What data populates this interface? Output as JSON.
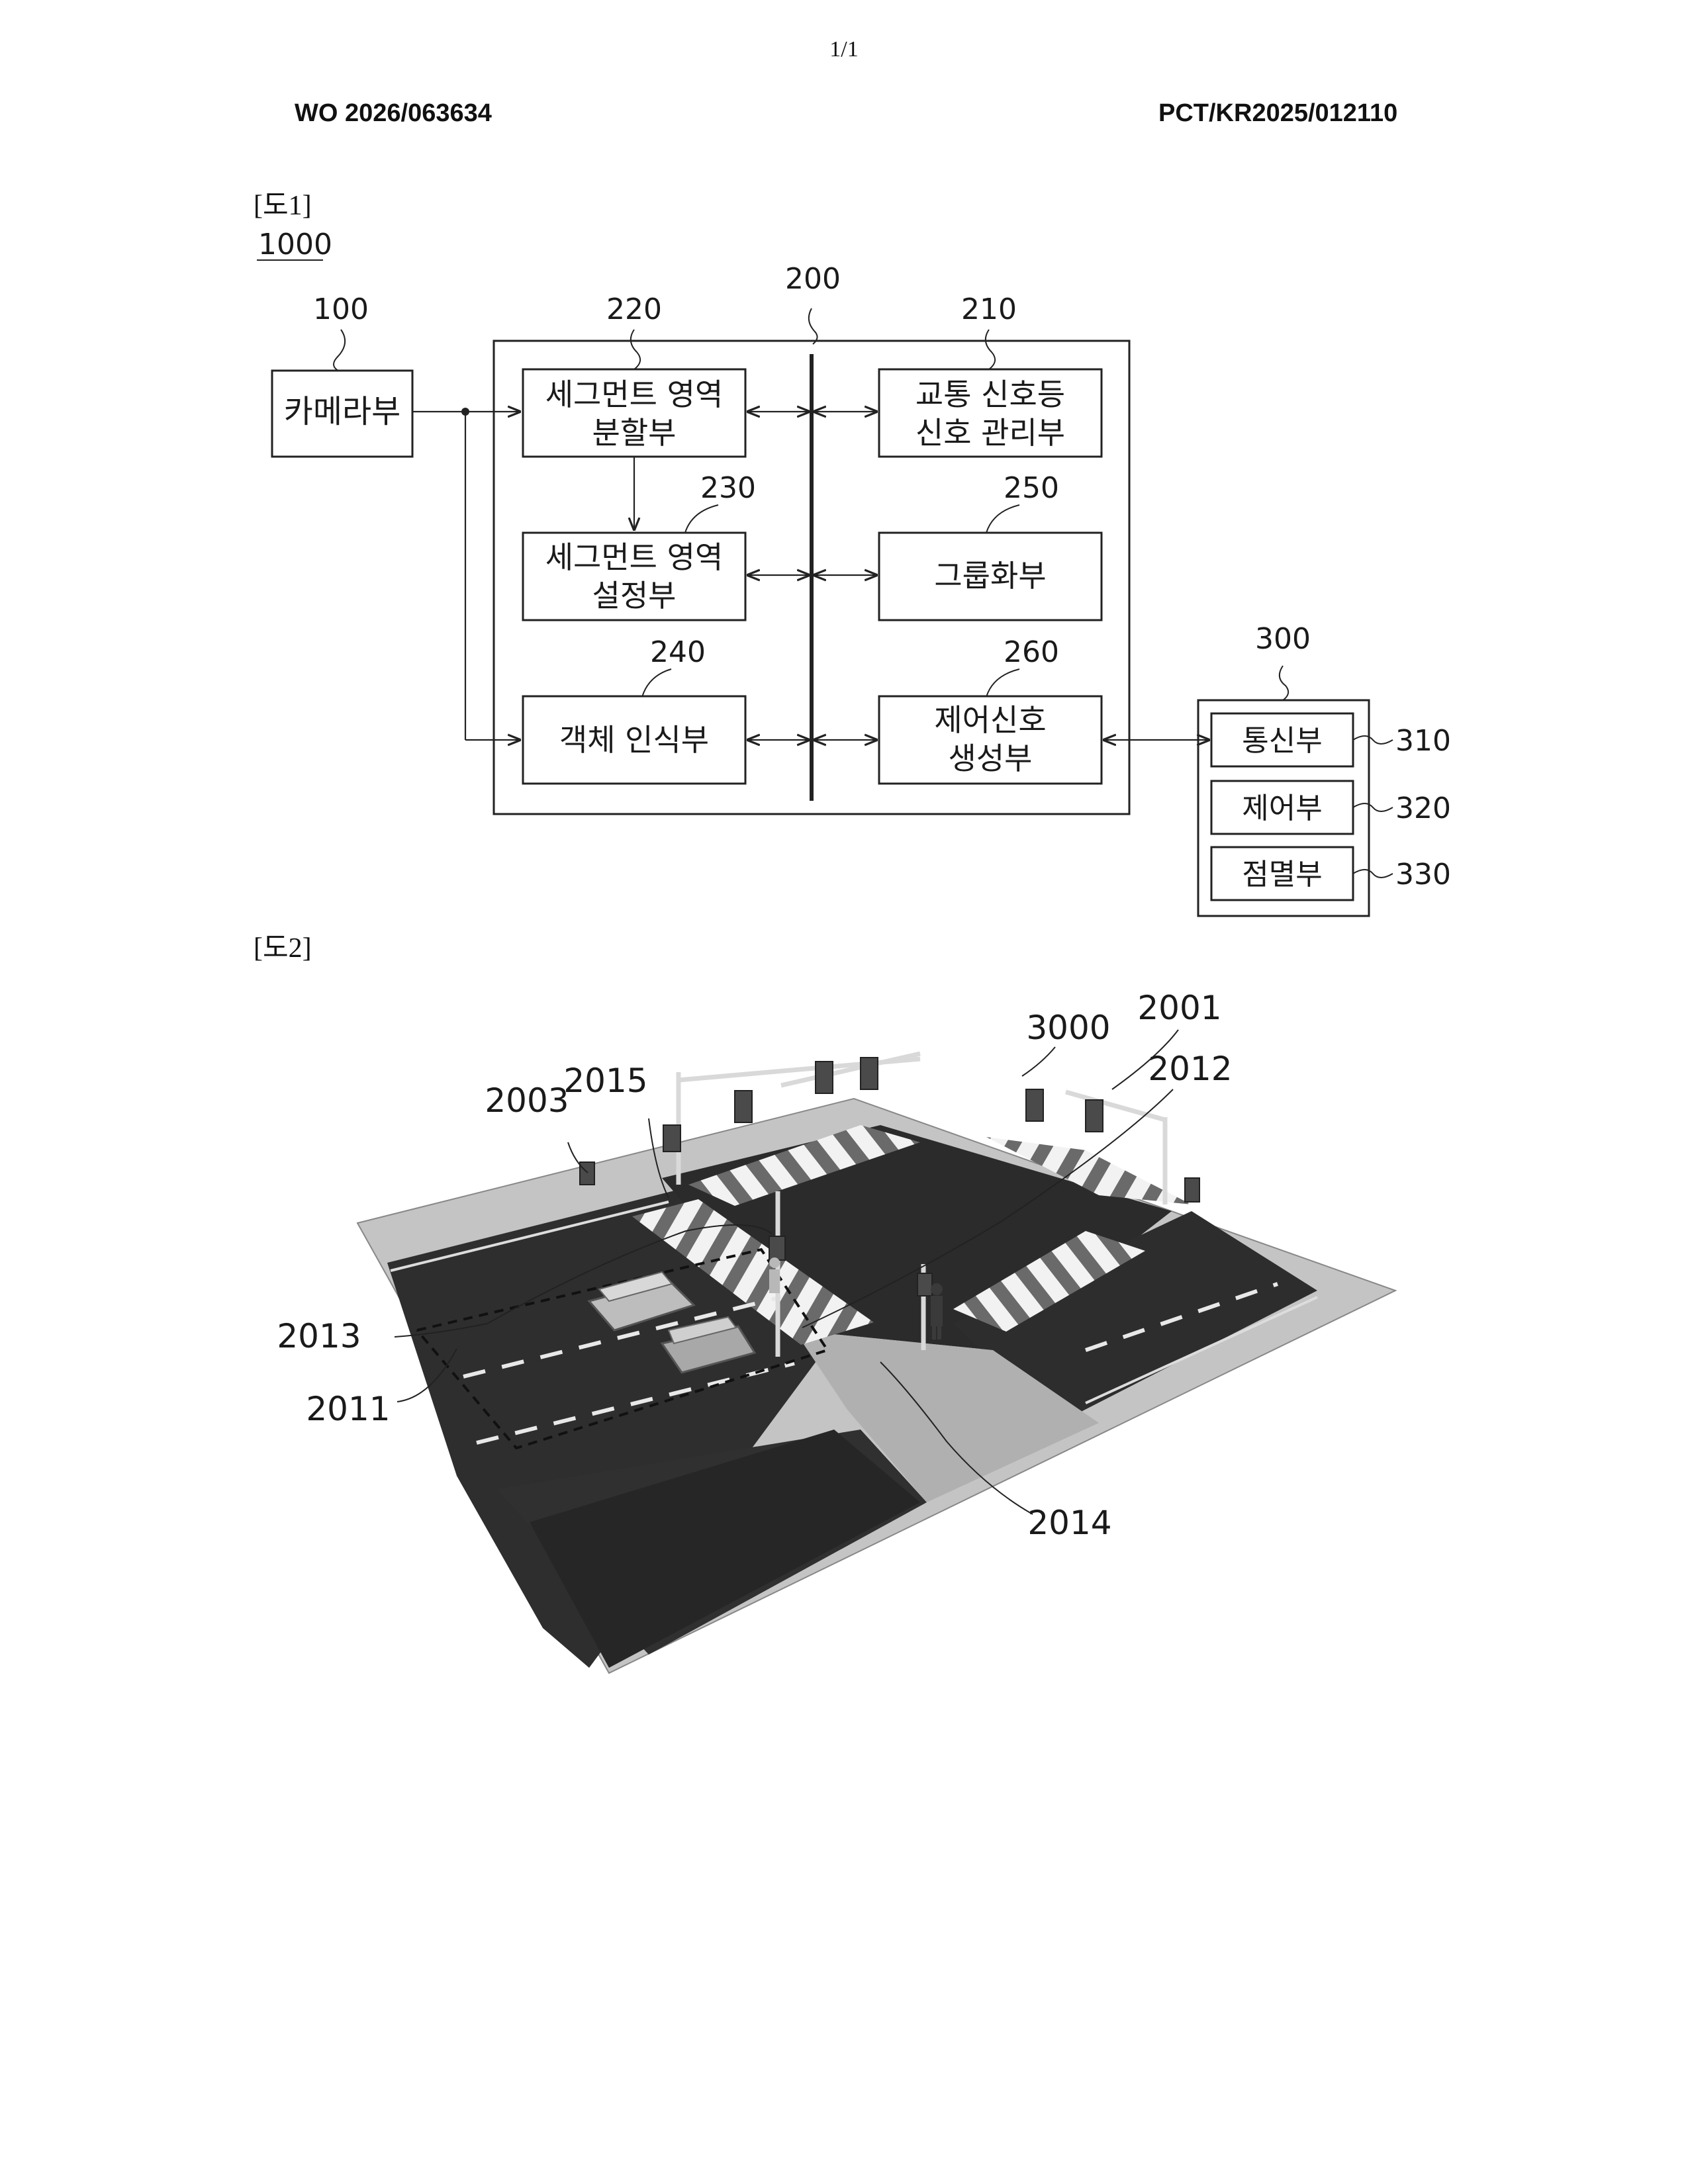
{
  "page": {
    "page_number": "1/1",
    "publication_number": "WO 2026/063634",
    "application_number": "PCT/KR2025/012110"
  },
  "figure1": {
    "title": "[도1]",
    "system_ref": "1000",
    "camera": {
      "ref": "100",
      "label": "카메라부"
    },
    "server": {
      "ref": "200"
    },
    "segment_split": {
      "ref": "220",
      "line1": "세그먼트 영역",
      "line2": "분할부"
    },
    "traffic_signal": {
      "ref": "210",
      "line1": "교통 신호등",
      "line2": "신호 관리부"
    },
    "segment_setting": {
      "ref": "230",
      "line1": "세그먼트 영역",
      "line2": "설정부"
    },
    "grouping": {
      "ref": "250",
      "label": "그룹화부"
    },
    "object_recognition": {
      "ref": "240",
      "label": "객체 인식부"
    },
    "control_signal": {
      "ref": "260",
      "line1": "제어신호",
      "line2": "생성부"
    },
    "device": {
      "ref": "300",
      "communication": {
        "ref": "310",
        "label": "통신부"
      },
      "control": {
        "ref": "320",
        "label": "제어부"
      },
      "blinking": {
        "ref": "330",
        "label": "점멸부"
      }
    }
  },
  "figure2": {
    "title": "[도2]",
    "refs": {
      "r2001": "2001",
      "r3000": "3000",
      "r2012": "2012",
      "r2003": "2003",
      "r2015": "2015",
      "r2013": "2013",
      "r2011": "2011",
      "r2014": "2014"
    }
  }
}
